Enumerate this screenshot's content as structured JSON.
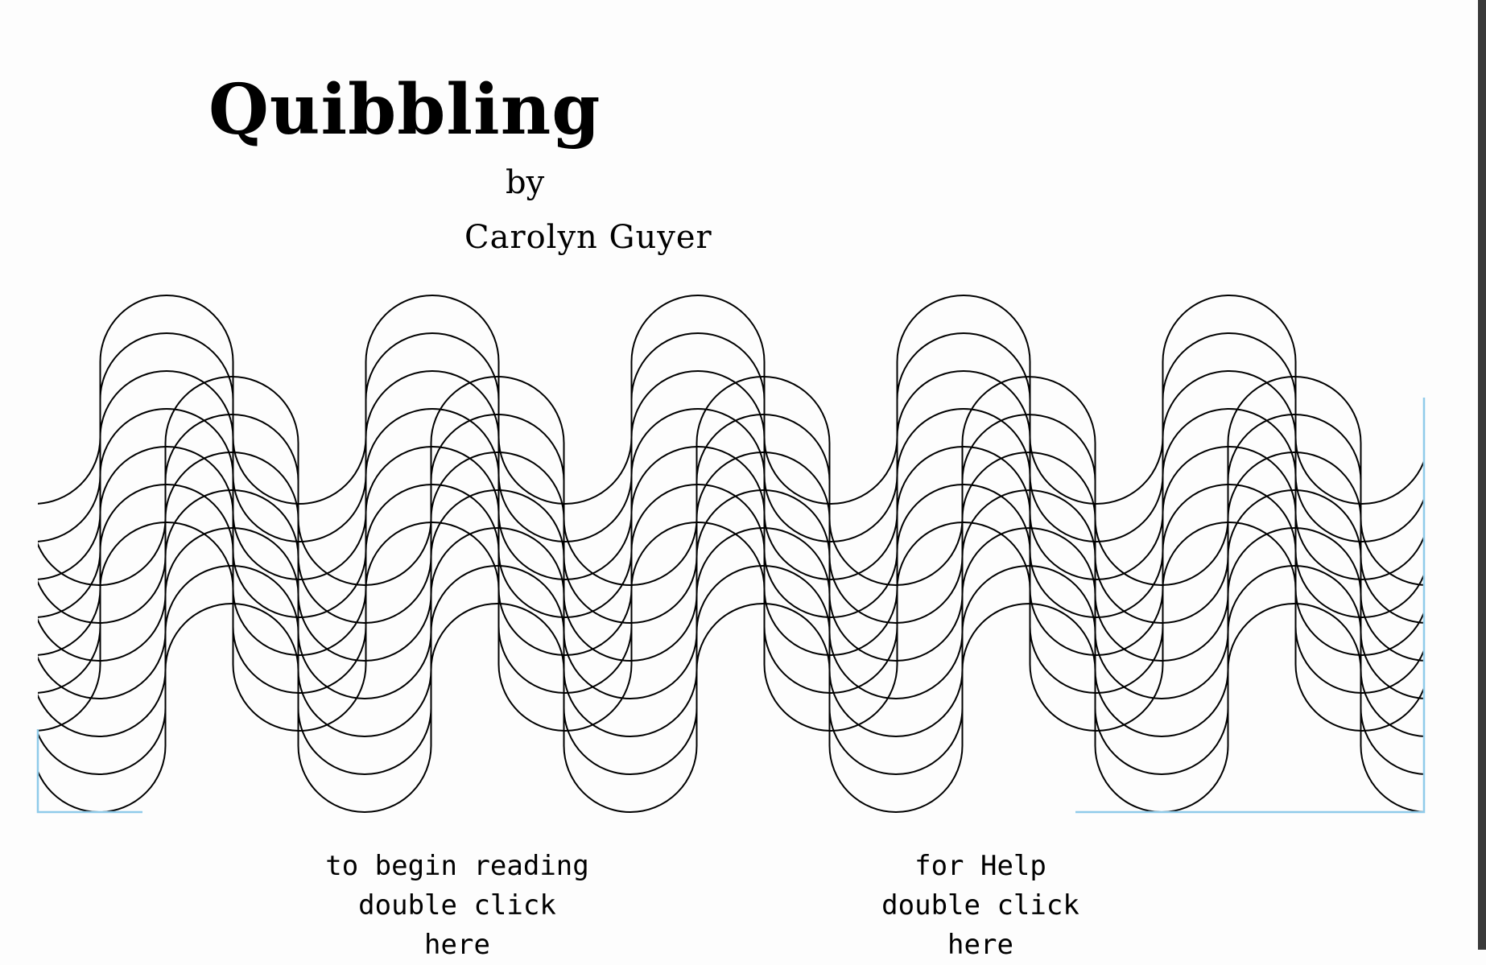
{
  "title": "Quibbling",
  "byline": "by",
  "author": "Carolyn Guyer",
  "links": {
    "begin": {
      "line1": "to begin reading",
      "line2": "double click here"
    },
    "help": {
      "line1": "for Help",
      "line2": "double click here"
    }
  },
  "colors": {
    "ink": "#000000",
    "frame": "#8fcbea",
    "edge": "#3a3a3a"
  }
}
